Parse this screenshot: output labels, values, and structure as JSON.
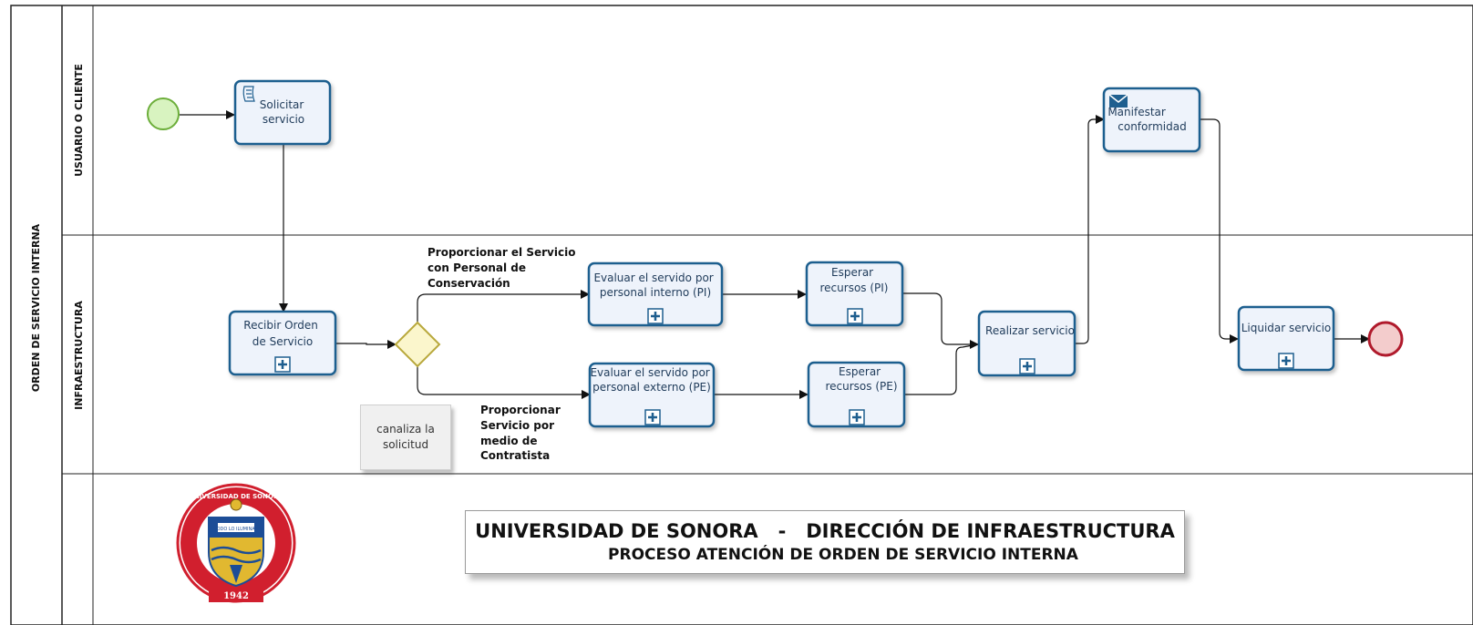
{
  "pool": {
    "label": "ORDEN DE SERVICIO INTERNA"
  },
  "lanes": [
    {
      "label": "USUARIO O  CLIENTE"
    },
    {
      "label": "INFRAESTRUCTURA"
    },
    {
      "label": ""
    }
  ],
  "tasks": {
    "solicitar": [
      "Solicitar",
      "servicio"
    ],
    "recibir": [
      "Recibir Orden",
      "de Servicio"
    ],
    "evaluar_pi": [
      "Evaluar el servido por",
      "personal interno (PI)"
    ],
    "evaluar_pe": [
      "Evaluar el servido por",
      "personal externo (PE)"
    ],
    "esperar_pi": [
      "Esperar",
      "recursos (PI)"
    ],
    "esperar_pe": [
      "Esperar",
      "recursos (PE)"
    ],
    "realizar": [
      "Realizar servicio"
    ],
    "manifestar": [
      "Manifestar",
      "conformidad"
    ],
    "liquidar": [
      "Liquidar servicio"
    ]
  },
  "flow_labels": {
    "top": [
      "Proporcionar el Servicio",
      "con Personal de",
      "Conservación"
    ],
    "bottom": [
      "Proporcionar",
      "Servicio por",
      "medio de",
      "Contratista"
    ]
  },
  "annotation": {
    "text": "canaliza la solicitud"
  },
  "title": {
    "line1": "UNIVERSIDAD DE SONORA   -   DIRECCIÓN DE INFRAESTRUCTURA",
    "line2": "PROCESO ATENCIÓN DE ORDEN DE SERVICIO INTERNA"
  },
  "logo": {
    "text_top": "UNIVERSIDAD DE SONORA",
    "motto": "TODO LO ILUMINAN",
    "year": "1942"
  },
  "colors": {
    "task_fill": "#eef3fb",
    "task_border": "#1f5f8f",
    "start_fill": "#d8f3c0",
    "start_border": "#6cae3a",
    "end_fill": "#f3cccc",
    "end_border": "#b01a2c",
    "gateway_fill": "#fbf6cc",
    "gateway_border": "#b8a83c",
    "logo_red": "#d11f2e",
    "logo_blue": "#1c4d97",
    "logo_gold": "#e1b830"
  }
}
